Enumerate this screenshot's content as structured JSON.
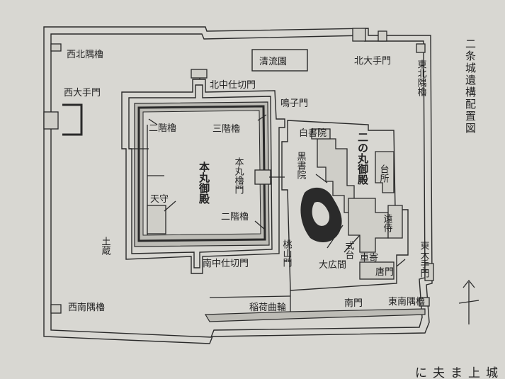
{
  "title_vertical": "二条城遺構配置図",
  "labels": {
    "seinan": "西南隅櫓",
    "seihoku": "西北隅櫓",
    "nishi_ote": "西大手門",
    "kita_naka": "北中仕切門",
    "seiryuen": "清流園",
    "kita_ote": "北大手門",
    "tohoku": "東北隅櫓",
    "meiko": "鳴子門",
    "nikai_nw": "二階櫓",
    "sankai": "三階櫓",
    "honmaru_goten": "本丸御殿",
    "honmaru_yagura": "本丸櫓門",
    "tenshu": "天守",
    "nikai_se": "二階櫓",
    "dozo": "土蔵",
    "minami_naka": "南中仕切門",
    "momoyama": "桃山門",
    "shiroshoin": "白書院",
    "kuroshoin": "黒書院",
    "ninomaru_goten": "二の丸御殿",
    "daidokoro": "台所",
    "tozamurai": "遠侍",
    "ohiroma": "大広間",
    "shikidai": "式台",
    "kurumayose": "車寄",
    "karamon": "唐門",
    "higashi_ote": "東大手門",
    "inari": "稲荷曲輪",
    "minami_mon": "南門",
    "tonan": "東南隅櫓",
    "bottom_text": "に夫ま上城"
  }
}
